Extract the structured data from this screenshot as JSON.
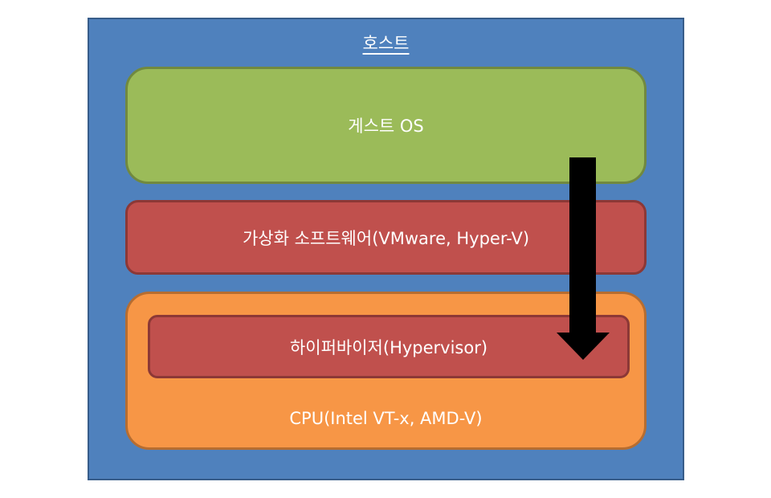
{
  "diagram": {
    "host": {
      "label": "호스트"
    },
    "guest_os": {
      "label": "게스트 OS"
    },
    "virtualization_software": {
      "label": "가상화 소프트웨어(VMware, Hyper-V)"
    },
    "cpu": {
      "label": "CPU(Intel VT-x, AMD-V)"
    },
    "hypervisor": {
      "label": "하이퍼바이저(Hypervisor)"
    },
    "arrow": {
      "direction": "down",
      "from": "게스트 OS",
      "to": "하이퍼바이저(Hypervisor)"
    },
    "colors": {
      "host": "#4f81bd",
      "guest_os": "#9bbb59",
      "virtualization_software": "#c0504d",
      "cpu": "#f79646",
      "hypervisor": "#c0504d",
      "arrow": "#000000"
    }
  }
}
